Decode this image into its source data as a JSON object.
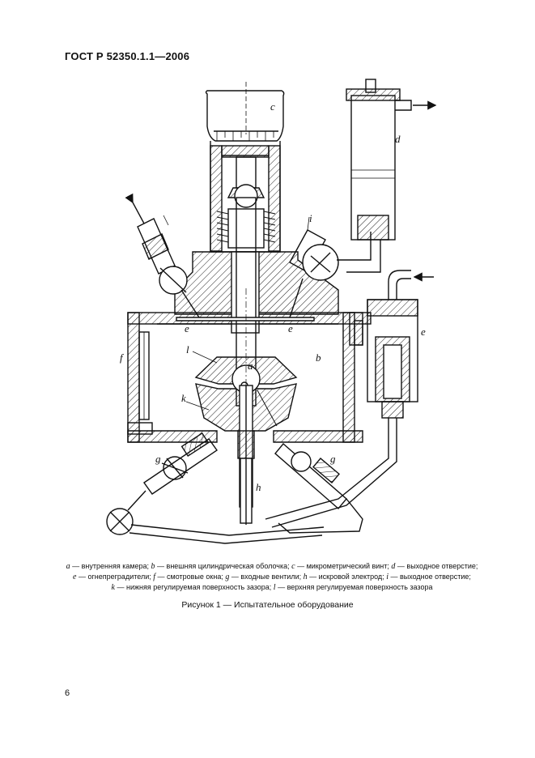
{
  "header": {
    "standard": "ГОСТ Р 52350.1.1—2006"
  },
  "figure": {
    "labels": {
      "a": "a",
      "b": "b",
      "c": "c",
      "d": "d",
      "e_left": "e",
      "e_right": "e",
      "f": "f",
      "g_left": "g",
      "g_right": "g",
      "h": "h",
      "i": "i",
      "k": "k",
      "l": "l"
    }
  },
  "legend": {
    "line1": [
      {
        "key": "a",
        "text": " — внутренняя камера; "
      },
      {
        "key": "b",
        "text": " — внешняя цилиндрическая оболочка; "
      },
      {
        "key": "c",
        "text": " — микрометрический винт; "
      },
      {
        "key": "d",
        "text": " — выходное отверстие;"
      }
    ],
    "line2": [
      {
        "key": "e",
        "text": " — огнепреградители; "
      },
      {
        "key": "f",
        "text": " — смотровые окна; "
      },
      {
        "key": "g",
        "text": " — входные вентили; "
      },
      {
        "key": "h",
        "text": " — искровой электрод; "
      },
      {
        "key": "i",
        "text": " — выходное отверстие;"
      }
    ],
    "line3": [
      {
        "key": "k",
        "text": " — нижняя регулируемая поверхность зазора; "
      },
      {
        "key": "l",
        "text": " — верхняя регулируемая поверхность зазора"
      }
    ]
  },
  "caption": "Рисунок 1 — Испытательное оборудование",
  "page_number": "6"
}
